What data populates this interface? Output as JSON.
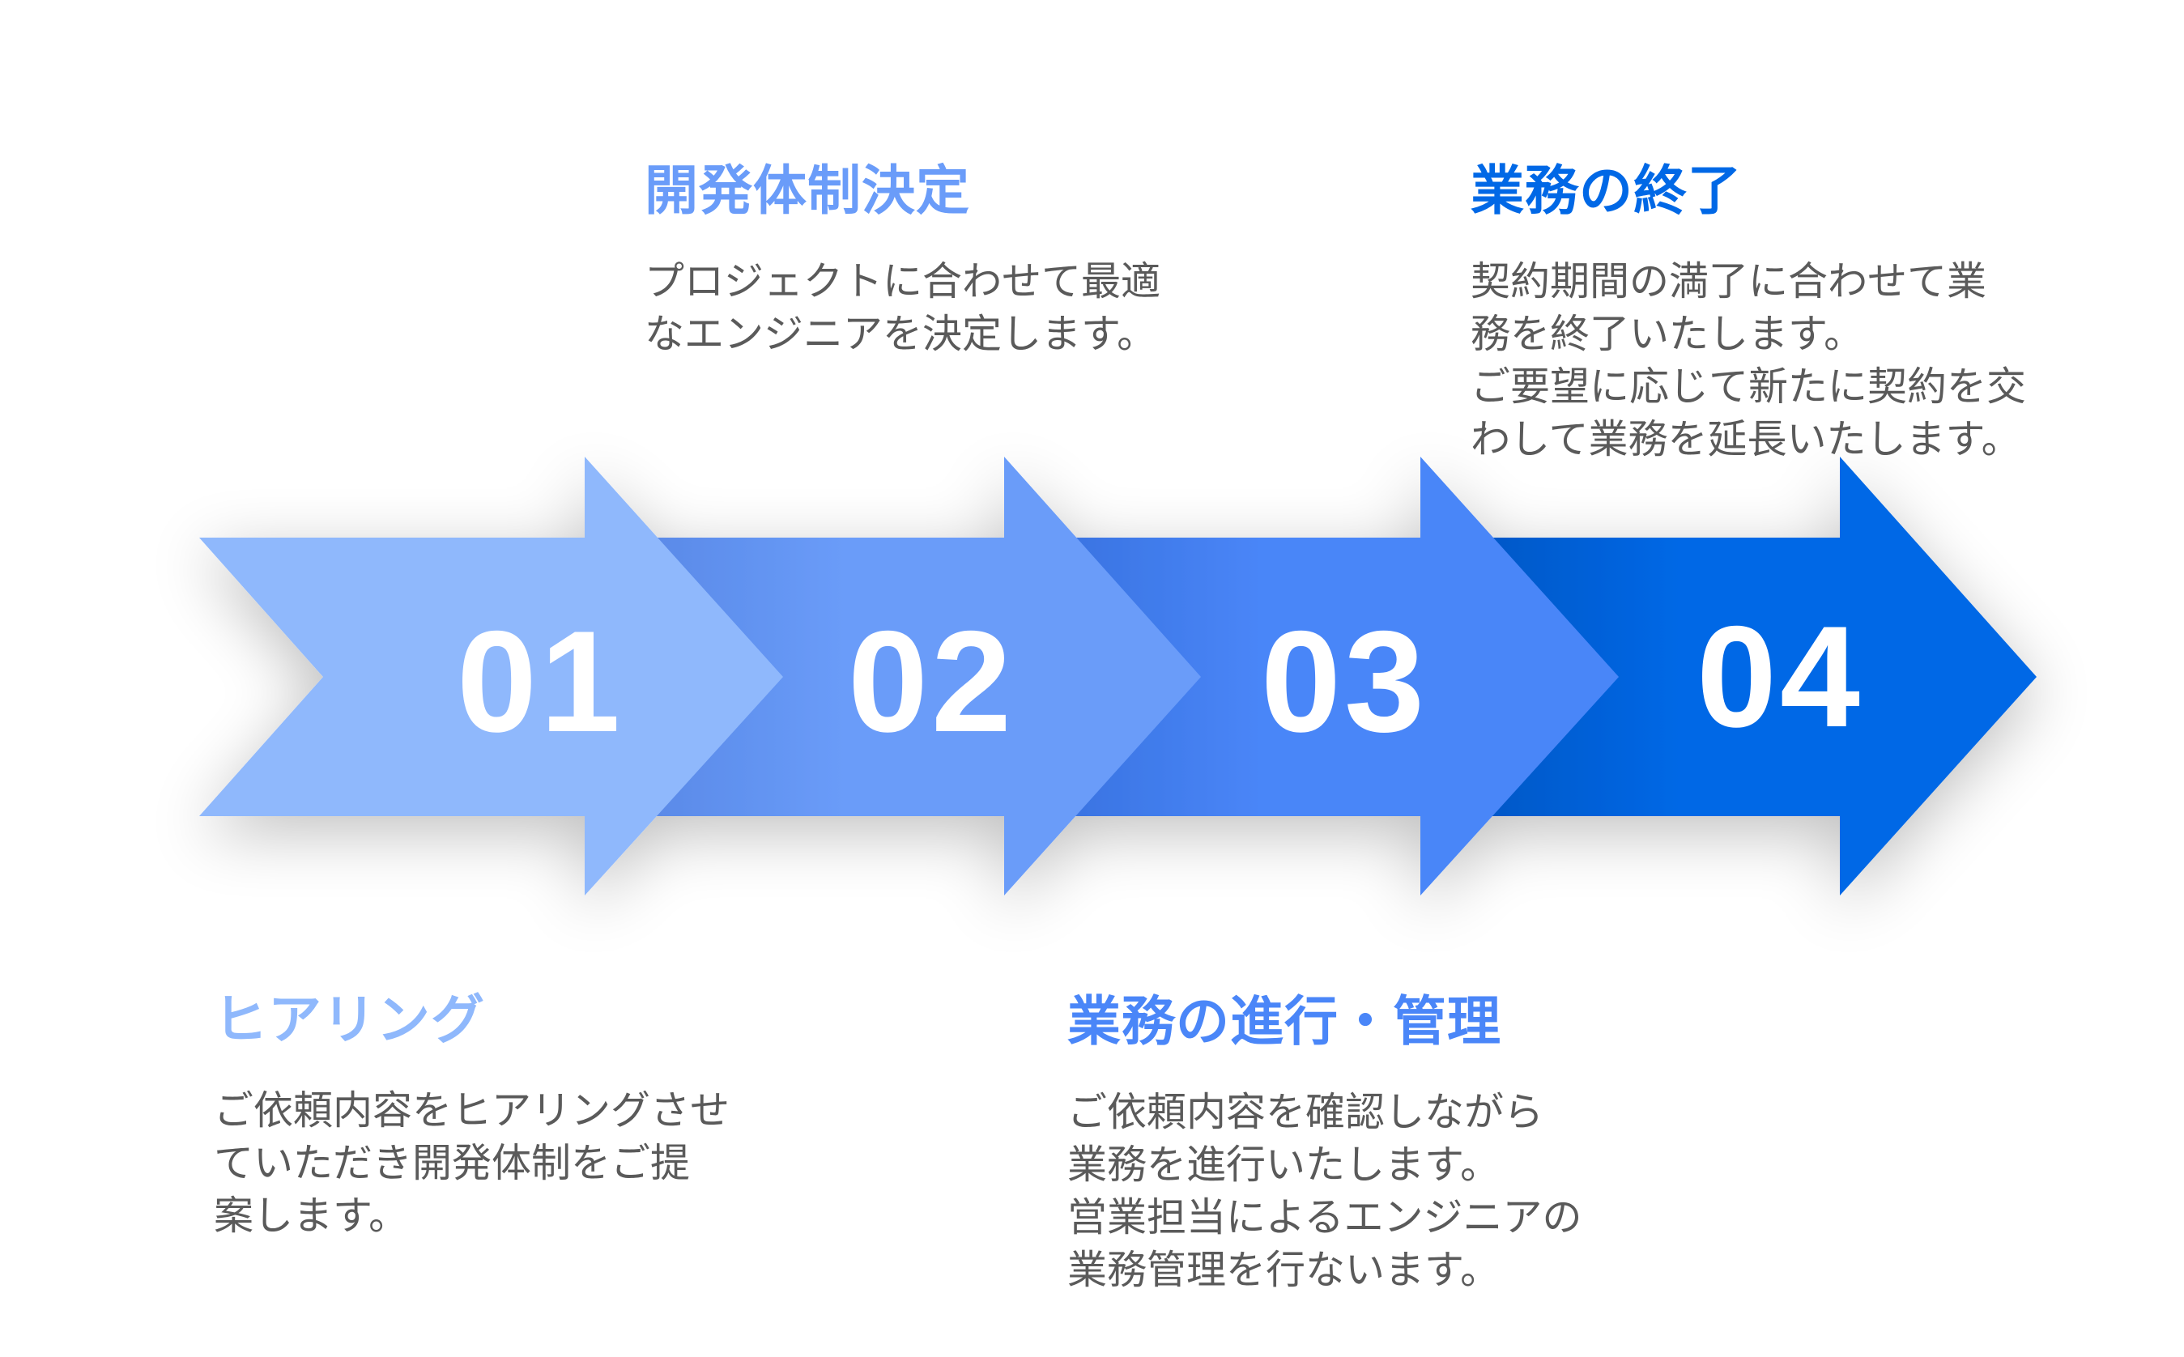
{
  "colors": {
    "step1": "#8fb8fc",
    "step2": "#6a9cf9",
    "step3": "#4a86f8",
    "step4": "#0068e6",
    "text": "#5a5a5a"
  },
  "steps": [
    {
      "number": "01",
      "title": "ヒアリング",
      "body": "ご依頼内容をヒアリングさせ\nていただき開発体制をご提\n案します。"
    },
    {
      "number": "02",
      "title": "開発体制決定",
      "body": "プロジェクトに合わせて最適\nなエンジニアを決定します。"
    },
    {
      "number": "03",
      "title": "業務の進行・管理",
      "body": "ご依頼内容を確認しながら\n業務を進行いたします。\n営業担当によるエンジニアの\n業務管理を行ないます。"
    },
    {
      "number": "04",
      "title": "業務の終了",
      "body": "契約期間の満了に合わせて業\n務を終了いたします。\nご要望に応じて新たに契約を交\nわして業務を延長いたします。"
    }
  ]
}
